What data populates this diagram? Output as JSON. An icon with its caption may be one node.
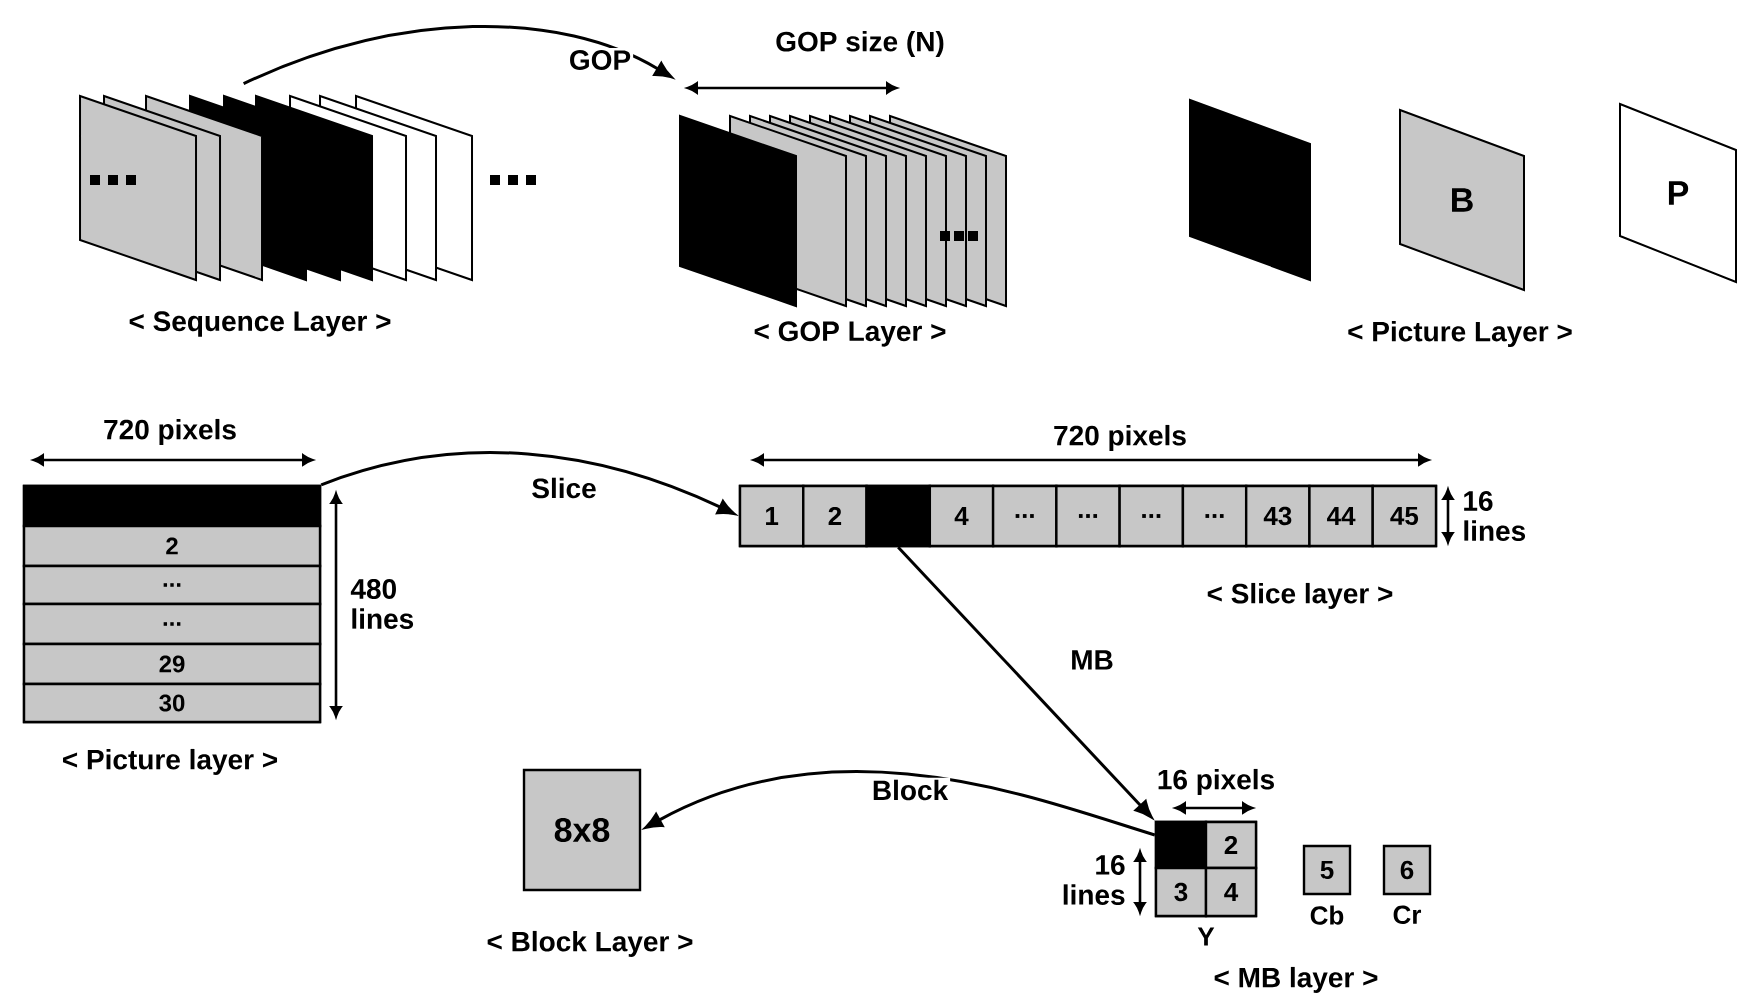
{
  "diagram": {
    "nodes": [
      {
        "text": [],
        "shape": "picture"
      },
      {
        "text": [],
        "shape": "picture"
      },
      {
        "text": [],
        "shape": "box"
      },
      {
        "text": [
          "B"
        ]
      },
      {
        "text": [
          "P"
        ]
      },
      {
        "text": [],
        "shape": "box"
      },
      {
        "text": [],
        "shape": "bar",
        "in": 5
      },
      {
        "text": [
          "2"
        ],
        "in": 5
      },
      {
        "text": [
          "..."
        ],
        "in": 5
      },
      {
        "text": [
          "..."
        ],
        "in": 5
      },
      {
        "text": [
          "29"
        ],
        "in": 5
      },
      {
        "text": [
          "30"
        ],
        "in": 5
      },
      {
        "text": [],
        "shape": "bar"
      },
      {
        "text": [
          "1"
        ],
        "in": 12
      },
      {
        "text": [
          "2"
        ],
        "in": 12
      },
      {
        "text": [],
        "shape": "box",
        "in": 12
      },
      {
        "text": [
          "4"
        ],
        "in": 12
      },
      {
        "text": [
          "..."
        ],
        "in": 12
      },
      {
        "text": [
          "..."
        ],
        "in": 12
      },
      {
        "text": [
          "..."
        ],
        "in": 12
      },
      {
        "text": [
          "..."
        ],
        "in": 12
      },
      {
        "text": [
          "43"
        ],
        "in": 12
      },
      {
        "text": [
          "44"
        ],
        "in": 12
      },
      {
        "text": [
          "45"
        ],
        "in": 12
      },
      {
        "text": [
          "8x8"
        ]
      },
      {
        "text": [],
        "shape": "box",
        "beside": [
          "Y"
        ]
      },
      {
        "text": [],
        "shape": "box",
        "in": 25
      },
      {
        "text": [
          "2"
        ],
        "in": 25
      },
      {
        "text": [
          "3"
        ],
        "in": 25
      },
      {
        "text": [
          "4"
        ],
        "in": 25
      },
      {
        "text": [
          "5"
        ],
        "beside": [
          "Cb"
        ]
      },
      {
        "text": [
          "6"
        ],
        "beside": [
          "Cr"
        ]
      }
    ],
    "edges": [
      {
        "from": 0,
        "to": 1,
        "arrow": "to",
        "label": "GOP"
      },
      {
        "from": 6,
        "to": 12,
        "arrow": "to",
        "label": "Slice"
      },
      {
        "from": 15,
        "to": 26,
        "arrow": "to",
        "label": "MB"
      },
      {
        "from": 26,
        "to": 24,
        "arrow": "to",
        "label": "Block"
      }
    ],
    "labels": [
      "GOP size (N)",
      "< Sequence Layer >",
      "< GOP Layer >",
      "< Picture Layer >",
      "720 pixels",
      "720 pixels",
      "16 lines",
      "480 lines",
      "< Slice layer >",
      "< Picture layer >",
      "16 pixels",
      "16 lines",
      "< Block Layer >",
      "< MB layer >"
    ]
  }
}
